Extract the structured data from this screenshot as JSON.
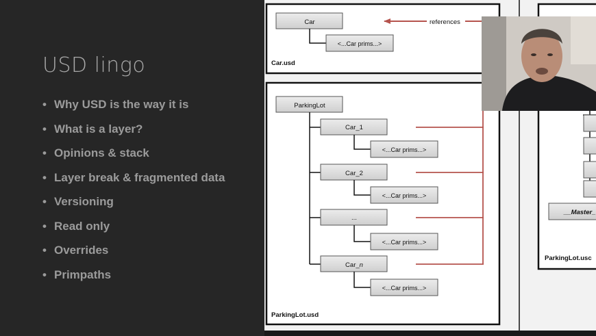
{
  "slide": {
    "title": "USD lingo",
    "bullet_glyph": "•",
    "bullets": [
      "Why USD is the way it is",
      "What is a layer?",
      "Opinions & stack",
      "Layer break & fragmented data",
      "Versioning",
      "Read only",
      "Overrides",
      "Primpaths"
    ]
  },
  "diagram": {
    "car_layer": {
      "root_prim": "Car",
      "child_prim": "<...Car prims...>",
      "file_label": "Car.usd",
      "arrow_label": "references"
    },
    "parkinglot_layer": {
      "root_prim": "ParkingLot",
      "file_label": "ParkingLot.usd",
      "cars": [
        {
          "prefix": "Car_",
          "suffix": "1",
          "child": "<...Car prims...>"
        },
        {
          "prefix": "Car_",
          "suffix": "2",
          "child": "<...Car prims...>"
        },
        {
          "prefix": "...",
          "suffix": "",
          "child": "<...Car prims...>"
        },
        {
          "prefix": "Car_",
          "suffix": "n",
          "child": "<...Car prims...>"
        }
      ]
    },
    "partial_layer": {
      "master_prim": "__Master_",
      "file_label": "ParkingLot.usc"
    },
    "colors": {
      "reference_line": "#b5534d",
      "box_fill": "#dedede",
      "frame": "#111111"
    }
  },
  "webcam": {
    "description_icon": "presenter-video-icon"
  }
}
